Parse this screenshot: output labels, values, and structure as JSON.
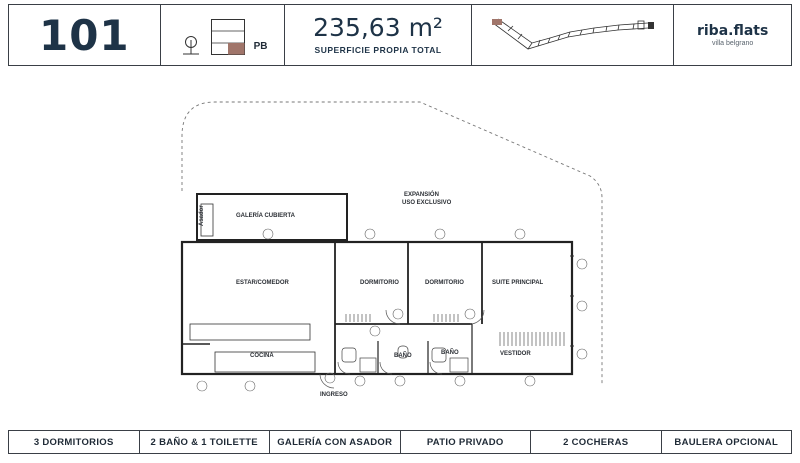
{
  "header": {
    "unit_number": "101",
    "level": "PB",
    "area_value": "235,63 m²",
    "area_label": "SUPERFICIE PROPIA TOTAL",
    "brand_name": "riba.flats",
    "brand_sub": "villa belgrano"
  },
  "plan": {
    "rooms": {
      "galeria": "GALERÍA CUBIERTA",
      "estar": "ESTAR/COMEDOR",
      "dormitorio1": "DORMITORIO",
      "dormitorio2": "DORMITORIO",
      "suite": "SUITE PRINCIPAL",
      "cocina": "COCINA",
      "bano1": "BAÑO",
      "bano2": "BAÑO",
      "vestidor": "VESTIDOR",
      "ingreso": "INGRESO",
      "asador": "Asador",
      "expansion_1": "EXPANSIÓN",
      "expansion_2": "USO EXCLUSIVO"
    }
  },
  "features": [
    "3 DORMITORIOS",
    "2 BAÑO & 1 TOILETTE",
    "GALERÍA CON ASADOR",
    "PATIO PRIVADO",
    "2 COCHERAS",
    "BAULERA OPCIONAL"
  ]
}
